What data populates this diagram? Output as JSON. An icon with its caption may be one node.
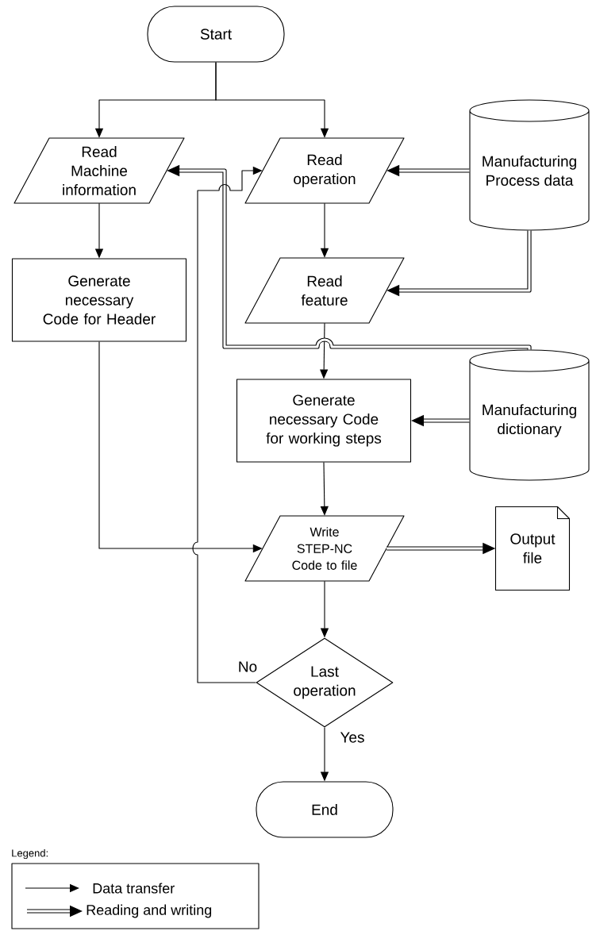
{
  "diagram": {
    "nodes": [
      {
        "text": [
          "Start"
        ]
      },
      {
        "text": [
          "Read Machine information"
        ]
      },
      {
        "text": [
          "Read operation"
        ]
      },
      {
        "text": [
          "Manufacturing Process data"
        ]
      },
      {
        "text": [
          "Generate necessary Code for Header"
        ]
      },
      {
        "text": [
          "Read feature"
        ]
      },
      {
        "text": [
          "Generate necessary Code for working steps"
        ]
      },
      {
        "text": [
          "Manufacturing dictionary"
        ]
      },
      {
        "text": [
          "Write STEP-NC Code to file"
        ]
      },
      {
        "text": [
          "Output file"
        ]
      },
      {
        "text": [
          "Last operation"
        ]
      },
      {
        "text": [
          "End"
        ]
      }
    ],
    "edges": [
      {
        "from": 0,
        "to": 1,
        "arrow": "to"
      },
      {
        "from": 0,
        "to": 2,
        "arrow": "to"
      },
      {
        "from": 1,
        "to": 4,
        "arrow": "to"
      },
      {
        "from": 2,
        "to": 5,
        "arrow": "to"
      },
      {
        "from": 3,
        "to": 2,
        "arrow": "to",
        "style": "thick"
      },
      {
        "from": 3,
        "to": 5,
        "arrow": "to",
        "style": "thick"
      },
      {
        "from": 5,
        "to": 6,
        "arrow": "to"
      },
      {
        "from": 7,
        "to": 1,
        "arrow": "to",
        "style": "thick"
      },
      {
        "from": 7,
        "to": 6,
        "arrow": "to",
        "style": "thick"
      },
      {
        "from": 6,
        "to": 8,
        "arrow": "to"
      },
      {
        "from": 4,
        "to": 8,
        "arrow": "to"
      },
      {
        "from": 8,
        "to": 9,
        "arrow": "to",
        "style": "thick"
      },
      {
        "from": 8,
        "to": 10,
        "arrow": "to"
      },
      {
        "from": 10,
        "to": 2,
        "arrow": "to",
        "label": "No"
      },
      {
        "from": 10,
        "to": 11,
        "arrow": "to",
        "label": "Yes"
      }
    ],
    "labels": [
      "Legend:"
    ],
    "legend": [
      {
        "text": "Data transfer"
      },
      {
        "text": "Reading and writing"
      }
    ]
  }
}
